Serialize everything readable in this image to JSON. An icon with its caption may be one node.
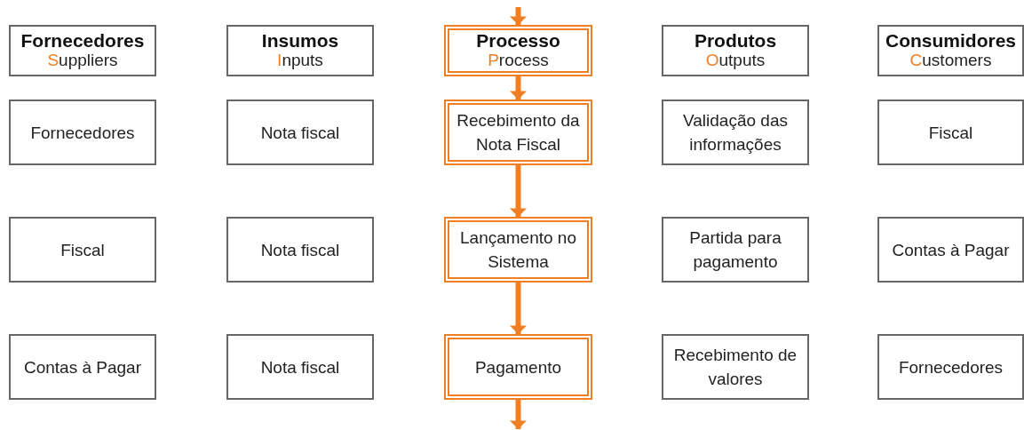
{
  "diagram": {
    "nodes": [
      {
        "text": [
          "Fornecedores",
          "Suppliers"
        ]
      },
      {
        "text": [
          "Insumos",
          "Inputs"
        ]
      },
      {
        "text": [
          "Processo",
          "Process"
        ]
      },
      {
        "text": [
          "Produtos",
          "Outputs"
        ]
      },
      {
        "text": [
          "Consumidores",
          "Customers"
        ]
      },
      {
        "text": [
          "Fornecedores"
        ]
      },
      {
        "text": [
          "Nota fiscal"
        ]
      },
      {
        "text": [
          "Recebimento da Nota Fiscal"
        ]
      },
      {
        "text": [
          "Validação das informações"
        ]
      },
      {
        "text": [
          "Fiscal"
        ]
      },
      {
        "text": [
          "Fiscal"
        ]
      },
      {
        "text": [
          "Nota fiscal"
        ]
      },
      {
        "text": [
          "Lançamento no Sistema"
        ]
      },
      {
        "text": [
          "Partida para pagamento"
        ]
      },
      {
        "text": [
          "Contas à Pagar"
        ]
      },
      {
        "text": [
          "Contas à Pagar"
        ]
      },
      {
        "text": [
          "Nota fiscal"
        ]
      },
      {
        "text": [
          "Pagamento"
        ]
      },
      {
        "text": [
          "Recebimento de valores"
        ]
      },
      {
        "text": [
          "Fornecedores"
        ]
      }
    ],
    "edges": [
      {
        "from": null,
        "to": 2,
        "arrow": "to",
        "color": "#f07f23"
      },
      {
        "from": 2,
        "to": 7,
        "arrow": "to",
        "color": "#f07f23"
      },
      {
        "from": 7,
        "to": 12,
        "arrow": "to",
        "color": "#f07f23"
      },
      {
        "from": 12,
        "to": 17,
        "arrow": "to",
        "color": "#f07f23"
      },
      {
        "from": 17,
        "to": null,
        "arrow": "to",
        "color": "#f07f23"
      }
    ]
  }
}
